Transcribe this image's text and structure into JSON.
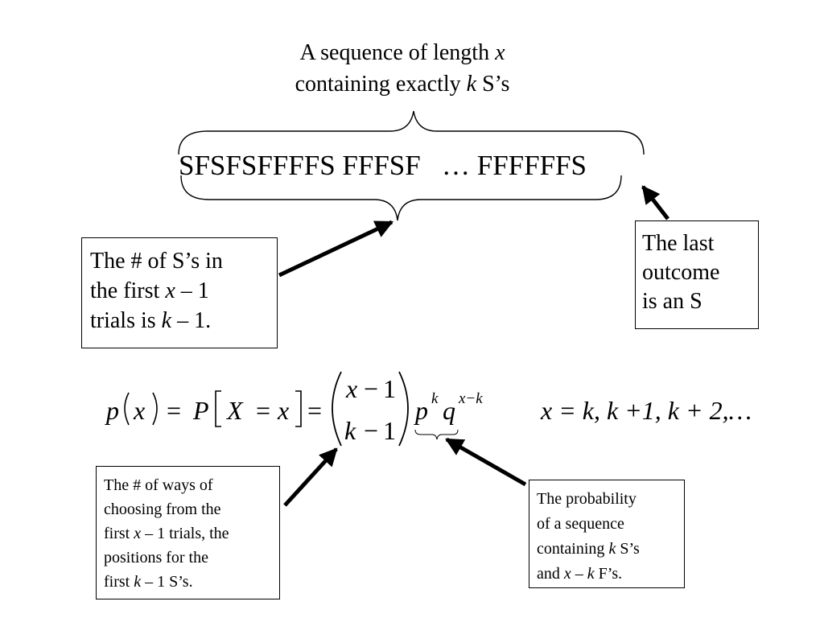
{
  "top_caption": {
    "line1": "A sequence of length ",
    "line1_var": "x",
    "line2": "containing exactly ",
    "line2_var": "k",
    "line2_end": " S’s"
  },
  "sequence": {
    "text": "SFSFSFFFFS FFFSF   … FFFFFFS"
  },
  "box_first_trials": {
    "line1": "The # of S’s in",
    "line2_a": "the first ",
    "line2_var": "x",
    "line2_b": " – 1",
    "line3_a": "trials is ",
    "line3_var": "k",
    "line3_b": " – 1."
  },
  "box_last_outcome": {
    "line1": "The last",
    "line2": "outcome",
    "line3": "is an S"
  },
  "formula": {
    "p": "p",
    "x": "x",
    "P": "P",
    "X": "X",
    "eq": "=",
    "top": "x",
    "minus": "−",
    "one": "1",
    "bottom": "k",
    "q": "q",
    "exp_k": "k",
    "exp_xk": "x−k",
    "support": "x = k, k +1, k + 2,…"
  },
  "box_ways": {
    "line1": "The # of ways of",
    "line2": "choosing from the",
    "line3_a": "first ",
    "line3_var": "x",
    "line3_b": " – 1 trials, the",
    "line4": "positions for the",
    "line5_a": "first ",
    "line5_var": "k",
    "line5_b": " – 1 S’s."
  },
  "box_probability": {
    "line1": "The probability",
    "line2": "of a sequence",
    "line3_a": "containing ",
    "line3_var": "k",
    "line3_b": " S’s",
    "line4_a": "and ",
    "line4_var1": "x",
    "line4_mid": " – ",
    "line4_var2": "k",
    "line4_b": " F’s."
  }
}
